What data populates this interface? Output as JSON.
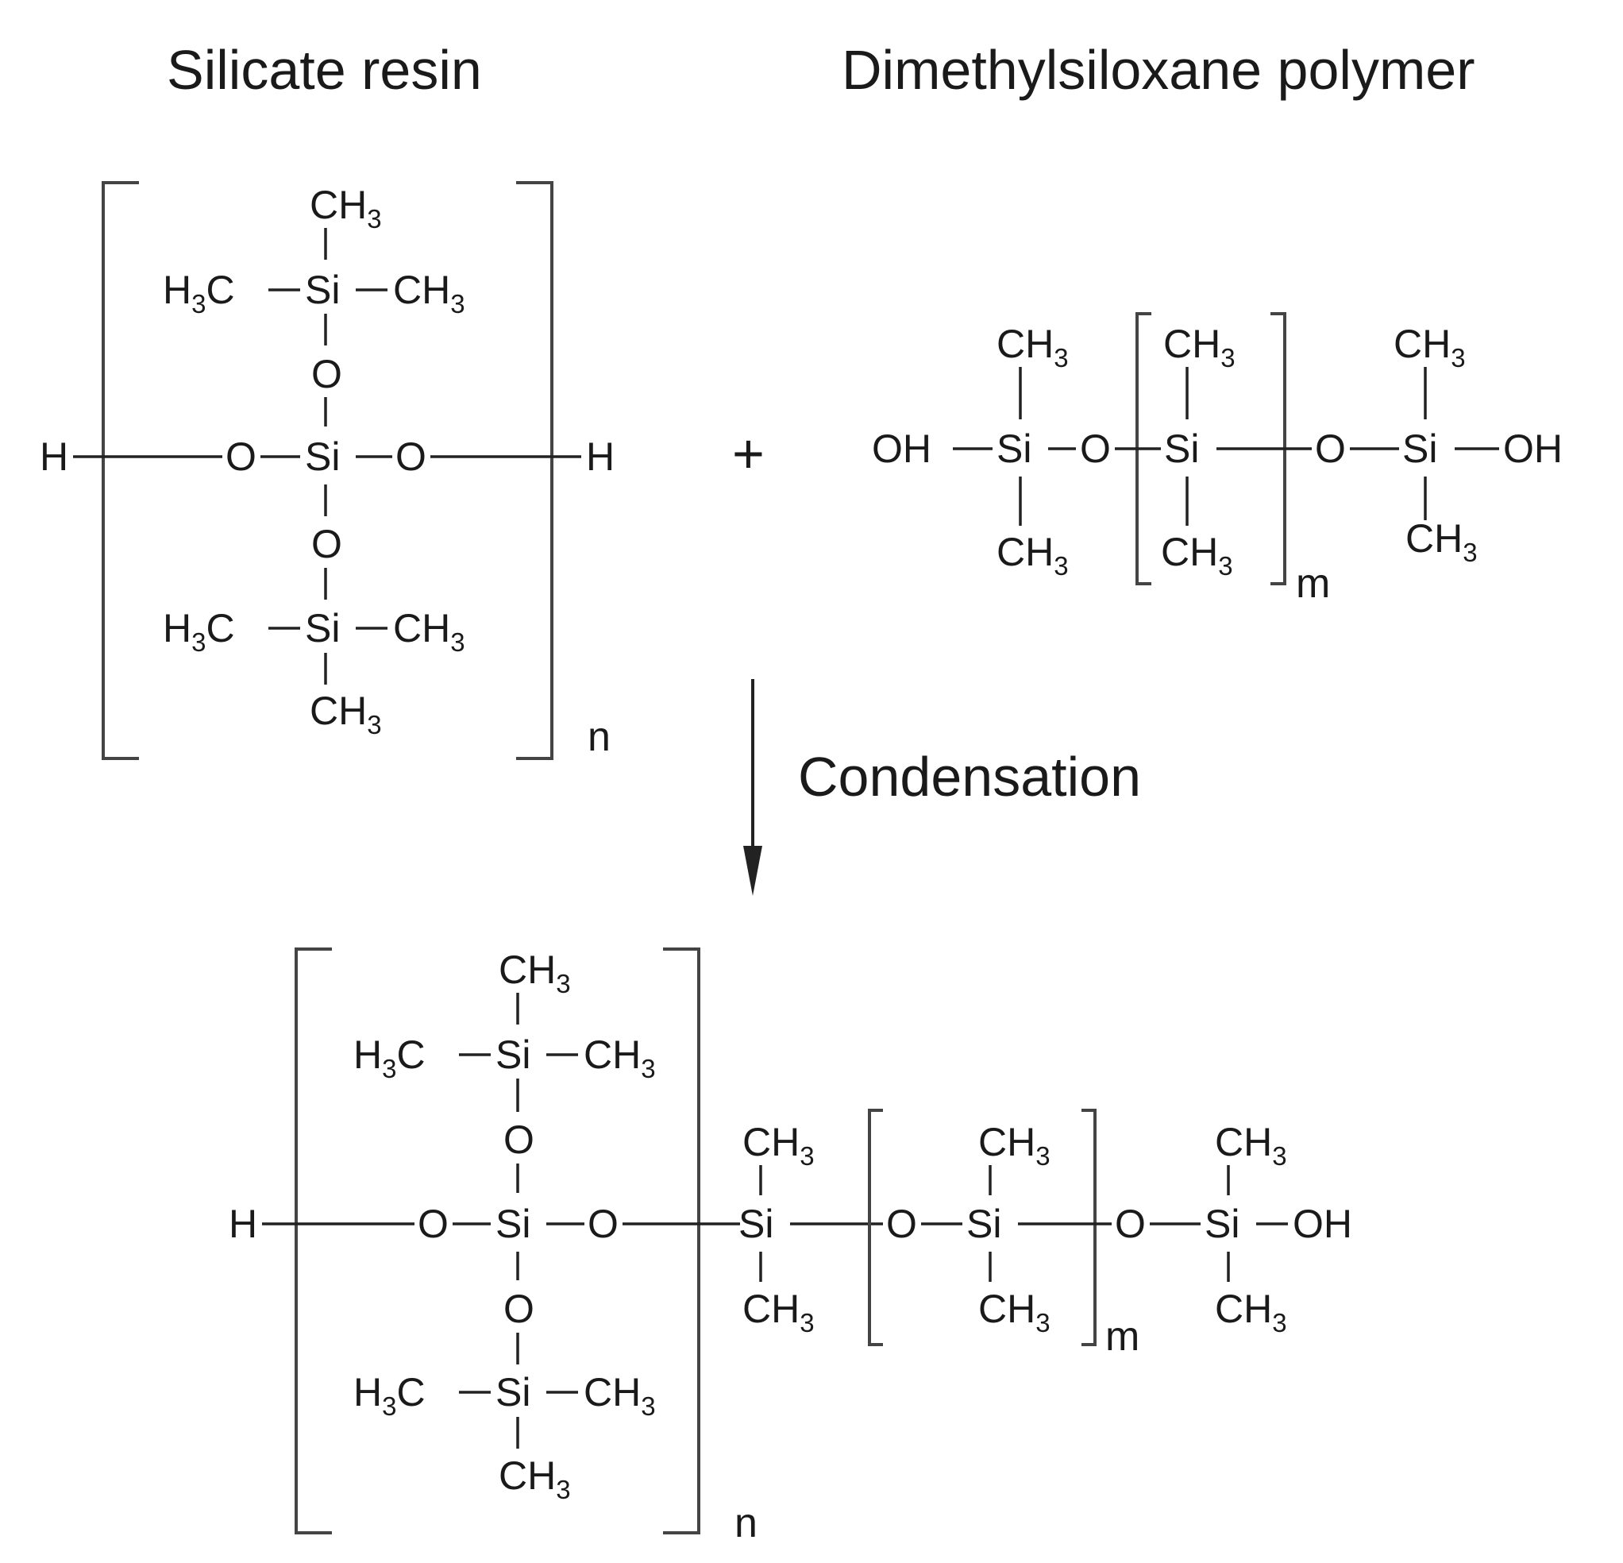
{
  "headers": {
    "silicate_resin": "Silicate resin",
    "polymer": "Dimethylsiloxane polymer"
  },
  "reaction": {
    "plus": "+",
    "condition": "Condensation"
  },
  "atoms": {
    "H": "H",
    "O": "O",
    "Si": "Si",
    "OH": "OH",
    "C": "C",
    "H3": "H",
    "three": "3"
  },
  "repeat_index": {
    "n": "n",
    "m": "m"
  }
}
